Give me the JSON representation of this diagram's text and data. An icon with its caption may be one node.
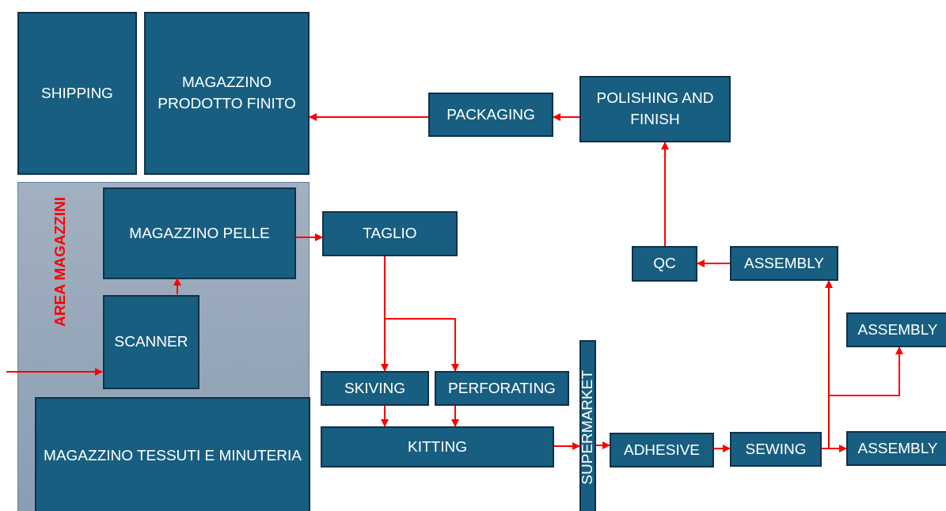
{
  "diagram": {
    "nodes": [
      {
        "text": [
          "SHIPPING"
        ]
      },
      {
        "text": [
          "MAGAZZINO PRODOTTO FINITO"
        ]
      },
      {
        "text": [
          "AREA MAGAZZINI"
        ]
      },
      {
        "text": [
          "MAGAZZINO PELLE"
        ],
        "in": 2
      },
      {
        "text": [
          "SCANNER"
        ],
        "in": 2
      },
      {
        "text": [
          "MAGAZZINO TESSUTI E MINUTERIA"
        ],
        "in": 2
      },
      {
        "text": [
          "TAGLIO"
        ]
      },
      {
        "text": [
          "SKIVING"
        ]
      },
      {
        "text": [
          "PERFORATING"
        ]
      },
      {
        "text": [
          "KITTING"
        ]
      },
      {
        "text": [
          "SUPERMARKET"
        ]
      },
      {
        "text": [
          "ADHESIVE"
        ]
      },
      {
        "text": [
          "SEWING"
        ]
      },
      {
        "text": [
          "ASSEMBLY"
        ]
      },
      {
        "text": [
          "ASSEMBLY"
        ]
      },
      {
        "text": [
          "ASSEMBLY"
        ]
      },
      {
        "text": [
          "QC"
        ]
      },
      {
        "text": [
          "POLISHING AND FINISH"
        ]
      },
      {
        "text": [
          "PACKAGING"
        ]
      }
    ],
    "edges": [
      {
        "from": null,
        "to": 4,
        "arrow": "to"
      },
      {
        "from": 4,
        "to": 3,
        "arrow": "to"
      },
      {
        "from": 3,
        "to": 6,
        "arrow": "to"
      },
      {
        "from": 6,
        "to": 7,
        "arrow": "to"
      },
      {
        "from": 6,
        "to": 8,
        "arrow": "to"
      },
      {
        "from": 7,
        "to": 9,
        "arrow": "to"
      },
      {
        "from": 8,
        "to": 9,
        "arrow": "to"
      },
      {
        "from": 9,
        "to": 10,
        "arrow": "to"
      },
      {
        "from": 10,
        "to": 11,
        "arrow": "to"
      },
      {
        "from": 11,
        "to": 12,
        "arrow": "to"
      },
      {
        "from": 12,
        "to": 13,
        "arrow": "to"
      },
      {
        "from": 12,
        "to": 14,
        "arrow": "to"
      },
      {
        "from": 12,
        "to": 15,
        "arrow": "to"
      },
      {
        "from": 15,
        "to": 16,
        "arrow": "to"
      },
      {
        "from": 16,
        "to": 17,
        "arrow": "to"
      },
      {
        "from": 17,
        "to": 18,
        "arrow": "to"
      },
      {
        "from": 18,
        "to": 1,
        "arrow": "to"
      }
    ]
  }
}
